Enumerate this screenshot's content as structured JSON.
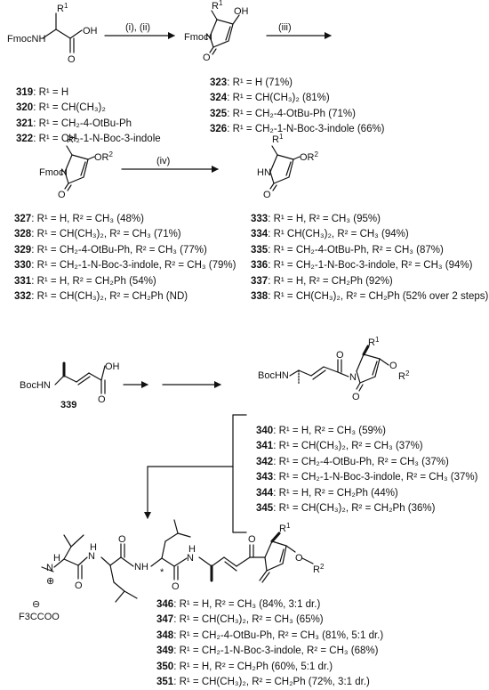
{
  "steps": {
    "s1": "(i), (ii)",
    "s3": "(iii)",
    "s4": "(iv)"
  },
  "atoms": {
    "fmocnh": "FmocNH",
    "fmoc": "Fmoc",
    "oh": "OH",
    "o": "O",
    "n": "N",
    "hn": "HN",
    "bochn": "BocHN",
    "r1": "R1",
    "or2": "OR2",
    "r2": "R2",
    "h": "H",
    "nh": "NH",
    "tfa": "F3CCOO",
    "star": "*",
    "plus": "⊕",
    "minus": "⊖"
  },
  "numbers": {
    "c339": "339"
  },
  "groups": {
    "g1": [
      {
        "num": "319",
        "text": ": R¹ = H"
      },
      {
        "num": "320",
        "text": ": R¹ = CH(CH₃)₂"
      },
      {
        "num": "321",
        "text": ": R¹ = CH₂-4-OtBu-Ph"
      },
      {
        "num": "322",
        "text": ": R¹ = CH₂-1-N-Boc-3-indole"
      }
    ],
    "g2": [
      {
        "num": "323",
        "text": ": R¹ = H (71%)"
      },
      {
        "num": "324",
        "text": ": R¹ = CH(CH₃)₂ (81%)"
      },
      {
        "num": "325",
        "text": ": R¹ = CH₂-4-OtBu-Ph (71%)"
      },
      {
        "num": "326",
        "text": ": R¹ = CH₂-1-N-Boc-3-indole (66%)"
      }
    ],
    "g3": [
      {
        "num": "327",
        "text": ": R¹ = H, R² = CH₃ (48%)"
      },
      {
        "num": "328",
        "text": ": R¹ = CH(CH₃)₂, R² = CH₃ (71%)"
      },
      {
        "num": "329",
        "text": ": R¹ = CH₂-4-OtBu-Ph, R² = CH₃ (77%)"
      },
      {
        "num": "330",
        "text": ": R¹ = CH₂-1-N-Boc-3-indole, R² = CH₃ (79%)"
      },
      {
        "num": "331",
        "text": ": R¹ = H, R² = CH₂Ph (54%)"
      },
      {
        "num": "332",
        "text": ": R¹ = CH(CH₃)₂, R² = CH₂Ph (ND)"
      }
    ],
    "g4": [
      {
        "num": "333",
        "text": ": R¹ = H, R² = CH₃ (95%)"
      },
      {
        "num": "334",
        "text": ": R¹ CH(CH₃)₂, R² = CH₃ (94%)"
      },
      {
        "num": "335",
        "text": ": R¹ = CH₂-4-OtBu-Ph, R² = CH₃ (87%)"
      },
      {
        "num": "336",
        "text": ": R¹ = CH₂-1-N-Boc-3-indole, R² = CH₃ (94%)"
      },
      {
        "num": "337",
        "text": ": R¹ = H, R² = CH₂Ph (92%)"
      },
      {
        "num": "338",
        "text": ": R¹ = CH(CH₃)₂, R² = CH₂Ph (52% over 2 steps)"
      }
    ],
    "g5": [
      {
        "num": "340",
        "text": ": R¹ = H, R² = CH₃ (59%)"
      },
      {
        "num": "341",
        "text": ": R¹ = CH(CH₃)₂, R² = CH₃ (37%)"
      },
      {
        "num": "342",
        "text": ": R¹ = CH₂-4-OtBu-Ph, R² = CH₃ (37%)"
      },
      {
        "num": "343",
        "text": ": R¹ = CH₂-1-N-Boc-3-indole, R² = CH₃ (37%)"
      },
      {
        "num": "344",
        "text": ": R¹ = H, R² = CH₂Ph (44%)"
      },
      {
        "num": "345",
        "text": ": R¹ = CH(CH₃)₂, R² = CH₂Ph (36%)"
      }
    ],
    "g6": [
      {
        "num": "346",
        "text": ": R¹ = H, R² = CH₃ (84%, 3:1 dr.)"
      },
      {
        "num": "347",
        "text": ": R¹ = CH(CH₃)₂, R² = CH₃ (65%)"
      },
      {
        "num": "348",
        "text": ": R¹ = CH₂-4-OtBu-Ph, R² = CH₃ (81%, 5:1 dr.)"
      },
      {
        "num": "349",
        "text": ": R¹ = CH₂-1-N-Boc-3-indole, R² = CH₃ (68%)"
      },
      {
        "num": "350",
        "text": ": R¹ = H, R² = CH₂Ph (60%, 5:1 dr.)"
      },
      {
        "num": "351",
        "text": ": R¹ = CH(CH₃)₂, R² = CH₂Ph (72%, 3:1 dr.)"
      }
    ]
  }
}
